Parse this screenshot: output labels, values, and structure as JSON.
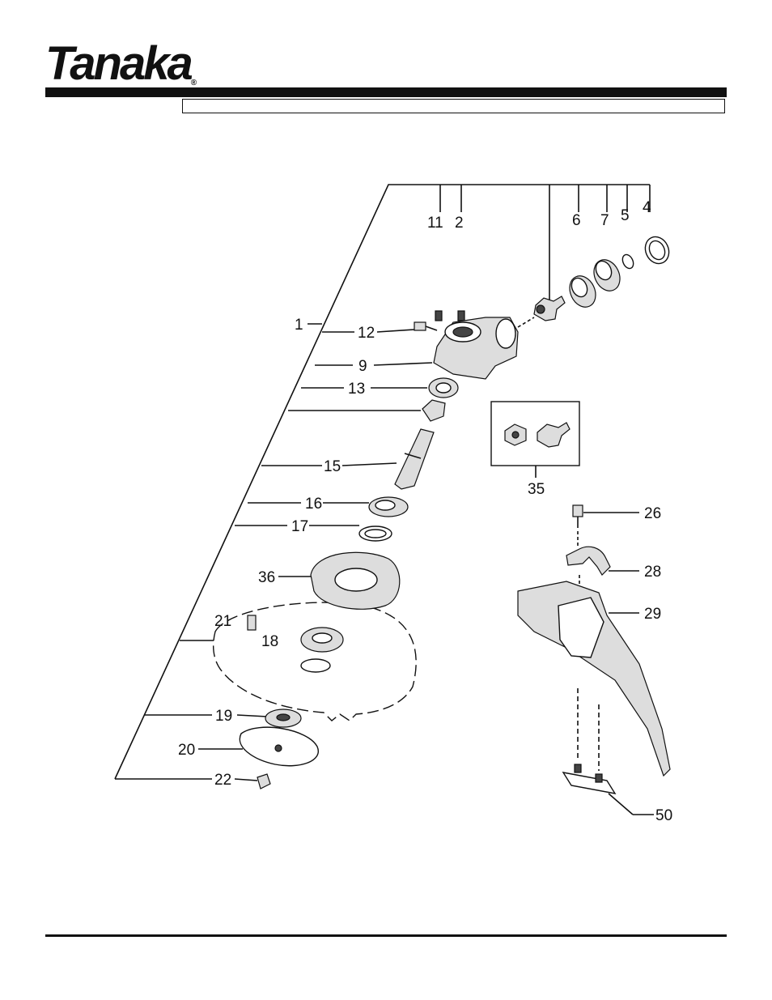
{
  "brand": {
    "logo_text": "Tanaka",
    "registered_mark": "®"
  },
  "diagram": {
    "part_labels": [
      "1",
      "2",
      "4",
      "5",
      "6",
      "7",
      "9",
      "11",
      "12",
      "13",
      "15",
      "16",
      "17",
      "18",
      "19",
      "20",
      "21",
      "22",
      "26",
      "28",
      "29",
      "35",
      "36",
      "50"
    ]
  }
}
